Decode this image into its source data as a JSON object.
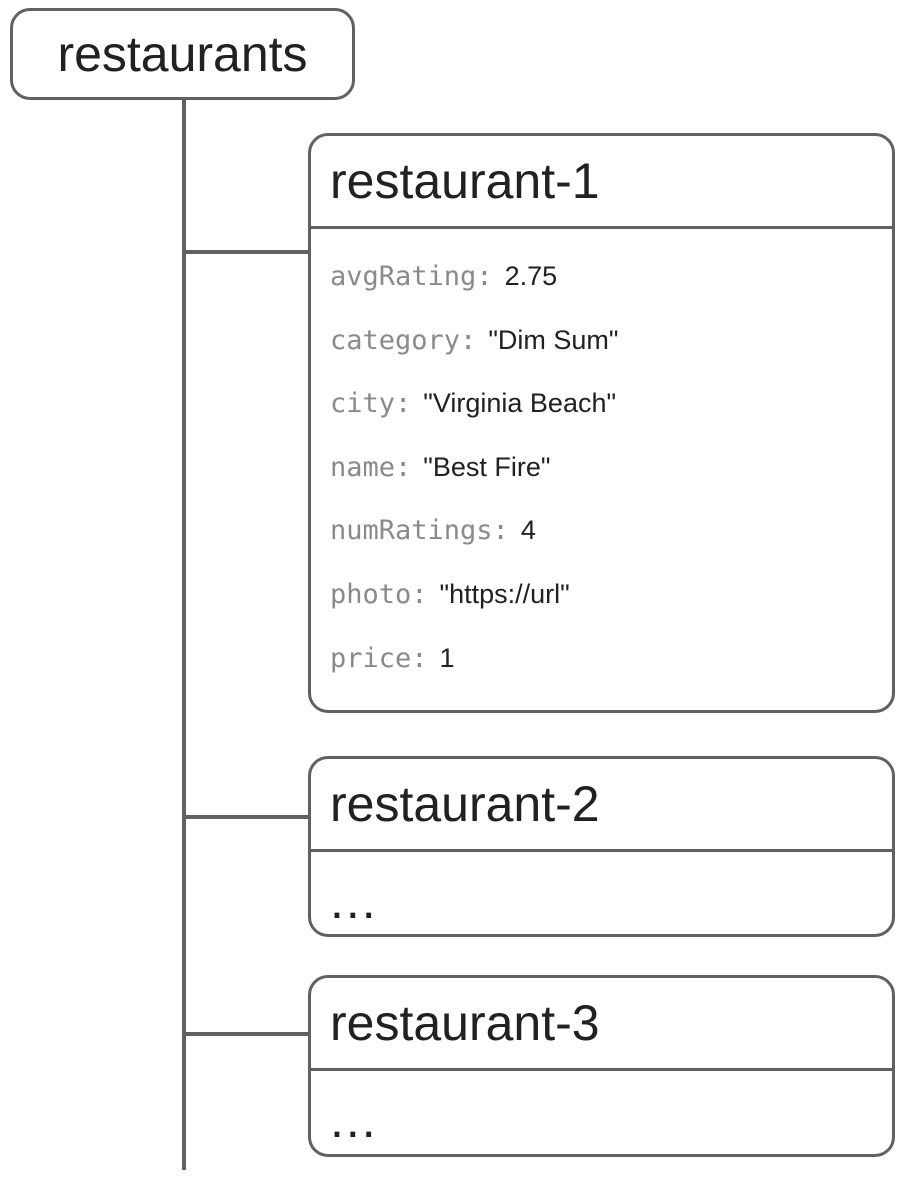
{
  "diagram": {
    "root": {
      "label": "restaurants"
    },
    "children": [
      {
        "title": "restaurant-1",
        "fields": [
          {
            "key": "avgRating:",
            "value": "2.75"
          },
          {
            "key": "category:",
            "value": "\"Dim Sum\""
          },
          {
            "key": "city:",
            "value": "\"Virginia Beach\""
          },
          {
            "key": "name:",
            "value": "\"Best Fire\""
          },
          {
            "key": "numRatings:",
            "value": "4"
          },
          {
            "key": "photo:",
            "value": "\"https://url\""
          },
          {
            "key": "price:",
            "value": "1"
          }
        ]
      },
      {
        "title": "restaurant-2",
        "collapsed_label": "..."
      },
      {
        "title": "restaurant-3",
        "collapsed_label": "..."
      }
    ],
    "colors": {
      "border": "#616161",
      "connector_line": "#616161",
      "key_text": "#8a8a8a",
      "value_text": "#212121",
      "title_text": "#212121",
      "background": "#ffffff"
    }
  }
}
